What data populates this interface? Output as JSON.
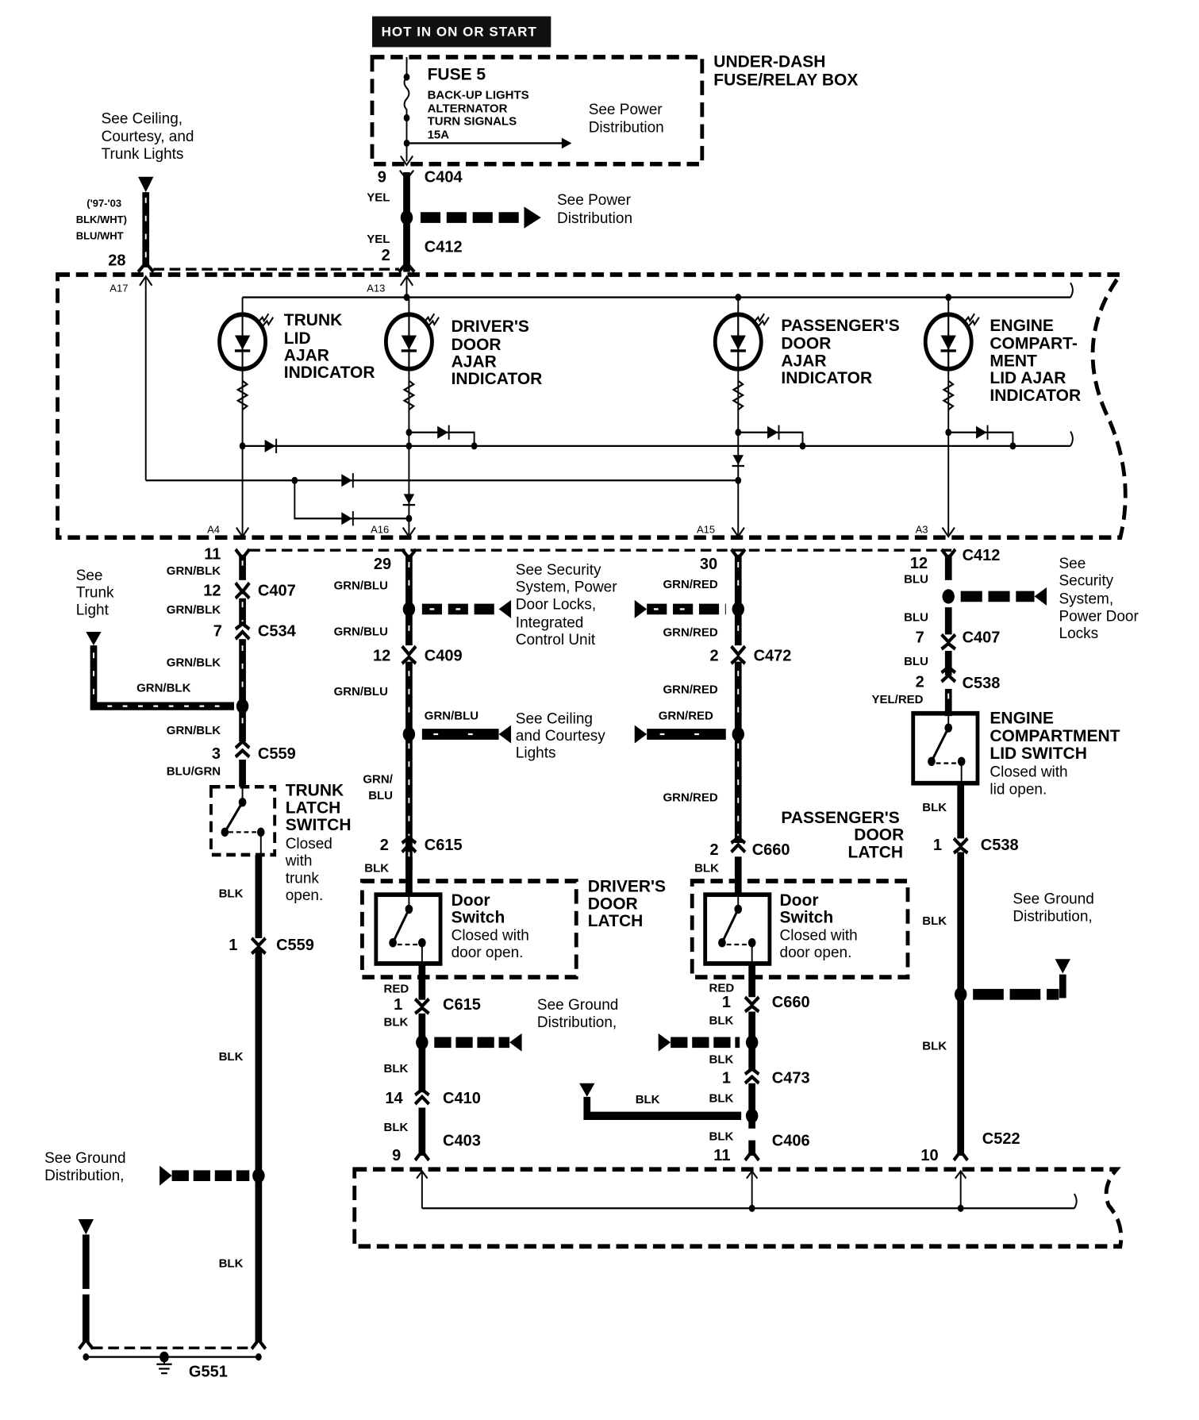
{
  "header": {
    "hot_label": "HOT IN ON OR START",
    "fuse_box_title": [
      "UNDER-DASH",
      "FUSE/RELAY BOX"
    ],
    "fuse_name": "FUSE 5",
    "fuse_circuits": [
      "BACK-UP LIGHTS",
      "ALTERNATOR",
      "TURN SIGNALS",
      "15A"
    ],
    "fuse_note": [
      "See Power",
      "Distribution"
    ]
  },
  "power_feed": {
    "c404": {
      "pin": "9",
      "name": "C404",
      "wire": "YEL"
    },
    "splice_note": [
      "See Power",
      "Distribution"
    ],
    "c412": {
      "pin": "2",
      "name": "C412",
      "wire": "YEL"
    }
  },
  "ceiling_feed": {
    "note": [
      "See Ceiling,",
      "Courtesy, and",
      "Trunk Lights"
    ],
    "wire": [
      "('97-'03",
      "BLK/WHT)",
      "BLU/WHT"
    ],
    "pin": "28"
  },
  "gauge_terminals": {
    "a17": "A17",
    "a13": "A13",
    "a4": "A4",
    "a16": "A16",
    "a15": "A15",
    "a3": "A3"
  },
  "indicators": [
    {
      "label": [
        "TRUNK",
        "LID",
        "AJAR",
        "INDICATOR"
      ]
    },
    {
      "label": [
        "DRIVER'S",
        "DOOR",
        "AJAR",
        "INDICATOR"
      ]
    },
    {
      "label": [
        "PASSENGER'S",
        "DOOR",
        "AJAR",
        "INDICATOR"
      ]
    },
    {
      "label": [
        "ENGINE",
        "COMPART-",
        "MENT",
        "LID AJAR",
        "INDICATOR"
      ]
    }
  ],
  "trunk_circuit": {
    "pin_top": "11",
    "wire1": "GRN/BLK",
    "c407": {
      "pin": "12",
      "name": "C407"
    },
    "wire2": "GRN/BLK",
    "c534": {
      "pin": "7",
      "name": "C534"
    },
    "wire3": "GRN/BLK",
    "branch_wire": "GRN/BLK",
    "branch_note": [
      "See",
      "Trunk",
      "Light"
    ],
    "wire4": "GRN/BLK",
    "c559_top": {
      "pin": "3",
      "name": "C559"
    },
    "wire5": "BLU/GRN",
    "switch_label": [
      "TRUNK",
      "LATCH",
      "SWITCH"
    ],
    "switch_note": [
      "Closed",
      "with",
      "trunk",
      "open."
    ],
    "wire6": "BLK",
    "c559_bottom": {
      "pin": "1",
      "name": "C559"
    },
    "wire7": "BLK",
    "ground_note": [
      "See Ground",
      "Distribution,"
    ],
    "wire8": "BLK",
    "ground": "G551"
  },
  "driver_circuit": {
    "pin_top": "29",
    "wire1": "GRN/BLU",
    "security_note": [
      "See Security",
      "System, Power",
      "Door Locks,",
      "Integrated",
      "Control Unit"
    ],
    "wire2": "GRN/BLU",
    "c409": {
      "pin": "12",
      "name": "C409"
    },
    "wire3": "GRN/BLU",
    "branch_wire": "GRN/BLU",
    "ceiling_note": [
      "See Ceiling",
      "and Courtesy",
      "Lights"
    ],
    "wire4": [
      "GRN/",
      "BLU"
    ],
    "c615_top": {
      "pin": "2",
      "name": "C615"
    },
    "wire5": "BLK",
    "switch_label": [
      "Door",
      "Switch"
    ],
    "switch_note": [
      "Closed with",
      "door open."
    ],
    "latch_label": [
      "DRIVER'S",
      "DOOR",
      "LATCH"
    ],
    "wire6": "RED",
    "c615_bottom": {
      "pin": "1",
      "name": "C615"
    },
    "wire7": "BLK",
    "ground_note": [
      "See Ground",
      "Distribution,"
    ],
    "wire8": "BLK",
    "c410": {
      "pin": "14",
      "name": "C410"
    },
    "wire9": "BLK",
    "c403": {
      "pin": "9",
      "name": "C403"
    }
  },
  "passenger_circuit": {
    "pin_top": "30",
    "wire1": "GRN/RED",
    "wire2": "GRN/RED",
    "c472": {
      "pin": "2",
      "name": "C472"
    },
    "wire3": "GRN/RED",
    "branch_wire": "GRN/RED",
    "wire4": "GRN/RED",
    "latch_label": [
      "PASSENGER'S",
      "DOOR",
      "LATCH"
    ],
    "c660_top": {
      "pin": "2",
      "name": "C660"
    },
    "wire5": "BLK",
    "switch_label": [
      "Door",
      "Switch"
    ],
    "switch_note": [
      "Closed with",
      "door open."
    ],
    "wire6": "RED",
    "c660_bottom": {
      "pin": "1",
      "name": "C660"
    },
    "wire7": "BLK",
    "wire8": "BLK",
    "c473": {
      "pin": "1",
      "name": "C473"
    },
    "wire9": "BLK",
    "branch_wire2": "BLK",
    "wire10": "BLK",
    "c406": {
      "pin": "11",
      "name": "C406"
    }
  },
  "engine_circuit": {
    "c412": {
      "pin": "12",
      "name": "C412"
    },
    "wire1": "BLU",
    "security_note": [
      "See",
      "Security",
      "System,",
      "Power Door",
      "Locks"
    ],
    "wire2": "BLU",
    "c407": {
      "pin": "7",
      "name": "C407"
    },
    "wire3": "BLU",
    "c538_top": {
      "pin": "2",
      "name": "C538"
    },
    "wire4": "YEL/RED",
    "switch_label": [
      "ENGINE",
      "COMPARTMENT",
      "LID SWITCH"
    ],
    "switch_note": [
      "Closed with",
      "lid open."
    ],
    "wire5": "BLK",
    "c538_bottom": {
      "pin": "1",
      "name": "C538"
    },
    "wire6": "BLK",
    "ground_note": [
      "See Ground",
      "Distribution,"
    ],
    "wire7": "BLK",
    "c522": {
      "pin": "10",
      "name": "C522"
    }
  }
}
